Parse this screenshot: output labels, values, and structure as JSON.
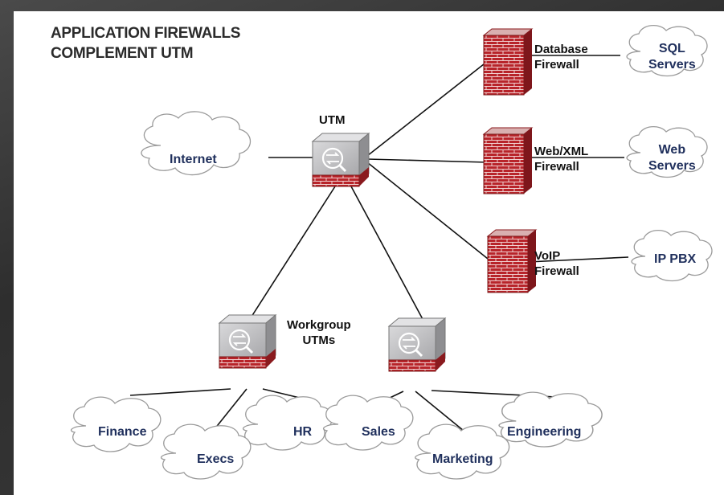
{
  "title": {
    "line1": "APPLICATION FIREWALLS",
    "line2": "COMPLEMENT UTM"
  },
  "nodes": {
    "utm": "UTM",
    "internet": "Internet",
    "workgroup_line1": "Workgroup",
    "workgroup_line2": "UTMs",
    "db_firewall_line1": "Database",
    "db_firewall_line2": "Firewall",
    "web_firewall_line1": "Web/XML",
    "web_firewall_line2": "Firewall",
    "voip_firewall_line1": "VoIP",
    "voip_firewall_line2": "Firewall",
    "sql_line1": "SQL",
    "sql_line2": "Servers",
    "web_line1": "Web",
    "web_line2": "Servers",
    "ippbx": "IP PBX",
    "finance": "Finance",
    "execs": "Execs",
    "hr": "HR",
    "sales": "Sales",
    "marketing": "Marketing",
    "engineering": "Engineering"
  },
  "icons": {
    "utm_device": "utm-appliance-icon",
    "firewall": "brick-firewall-icon",
    "cloud": "cloud-icon"
  },
  "colors": {
    "label_navy": "#1f2f5c",
    "brick_red": "#b8242a",
    "device_grey": "#a9a9ab"
  }
}
